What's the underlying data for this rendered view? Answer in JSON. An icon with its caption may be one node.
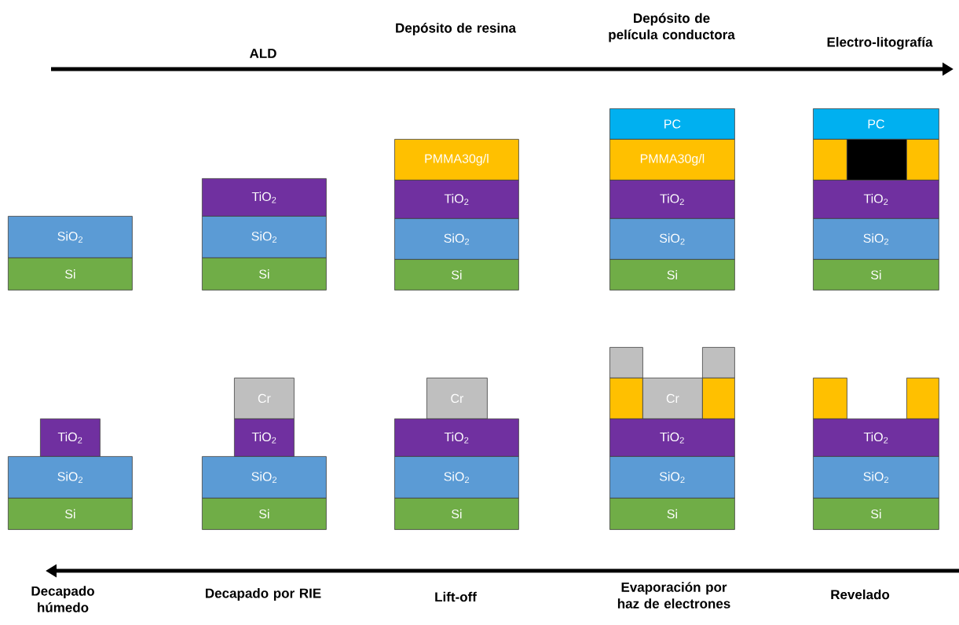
{
  "diagram": {
    "nodes": [
      {
        "text": [
          "SiO$_{2}$"
        ]
      },
      {
        "text": [
          "Si"
        ]
      },
      {
        "text": [
          "TiO$_{2}$"
        ]
      },
      {
        "text": [
          "SiO$_{2}$"
        ]
      },
      {
        "text": [
          "Si"
        ]
      },
      {
        "text": [
          "PMMA30g/l"
        ]
      },
      {
        "text": [
          "TiO$_{2}$"
        ]
      },
      {
        "text": [
          "SiO$_{2}$"
        ]
      },
      {
        "text": [
          "Si"
        ]
      },
      {
        "text": [
          "PC"
        ]
      },
      {
        "text": [
          "PMMA30g/l"
        ]
      },
      {
        "text": [
          "TiO$_{2}$"
        ]
      },
      {
        "text": [
          "SiO$_{2}$"
        ]
      },
      {
        "text": [
          "Si"
        ]
      },
      {
        "text": [
          "PC"
        ]
      },
      {
        "text": [],
        "shape": "box"
      },
      {
        "text": [],
        "shape": "box"
      },
      {
        "text": [],
        "shape": "box"
      },
      {
        "text": [
          "TiO$_{2}$"
        ]
      },
      {
        "text": [
          "SiO$_{2}$"
        ]
      },
      {
        "text": [
          "Si"
        ]
      },
      {
        "text": [
          "TiO$_{2}$"
        ]
      },
      {
        "text": [
          "SiO$_{2}$"
        ]
      },
      {
        "text": [
          "Si"
        ]
      },
      {
        "text": [
          "Cr"
        ]
      },
      {
        "text": [
          "TiO$_{2}$"
        ]
      },
      {
        "text": [
          "SiO$_{2}$"
        ]
      },
      {
        "text": [
          "Si"
        ]
      },
      {
        "text": [
          "Cr"
        ]
      },
      {
        "text": [
          "TiO$_{2}$"
        ]
      },
      {
        "text": [
          "SiO$_{2}$"
        ]
      },
      {
        "text": [
          "Si"
        ]
      },
      {
        "text": [],
        "shape": "box"
      },
      {
        "text": [],
        "shape": "box"
      },
      {
        "text": [],
        "shape": "box"
      },
      {
        "text": [
          "Cr"
        ]
      },
      {
        "text": [],
        "shape": "box"
      },
      {
        "text": [
          "TiO$_{2}$"
        ]
      },
      {
        "text": [
          "SiO$_{2}$"
        ]
      },
      {
        "text": [
          "Si"
        ]
      },
      {
        "text": [],
        "shape": "box"
      },
      {
        "text": [],
        "shape": "box"
      },
      {
        "text": [
          "TiO$_{2}$"
        ]
      },
      {
        "text": [
          "SiO$_{2}$"
        ]
      },
      {
        "text": [
          "Si"
        ]
      }
    ],
    "labels": [
      "Depósito de película conductora",
      "Depósito de resina",
      "Electro-litografía",
      "ALD",
      "Evaporación por haz de electrones",
      "Decapado por RIE",
      "Lift-off",
      "Revelado",
      "Decapado húmedo"
    ]
  }
}
